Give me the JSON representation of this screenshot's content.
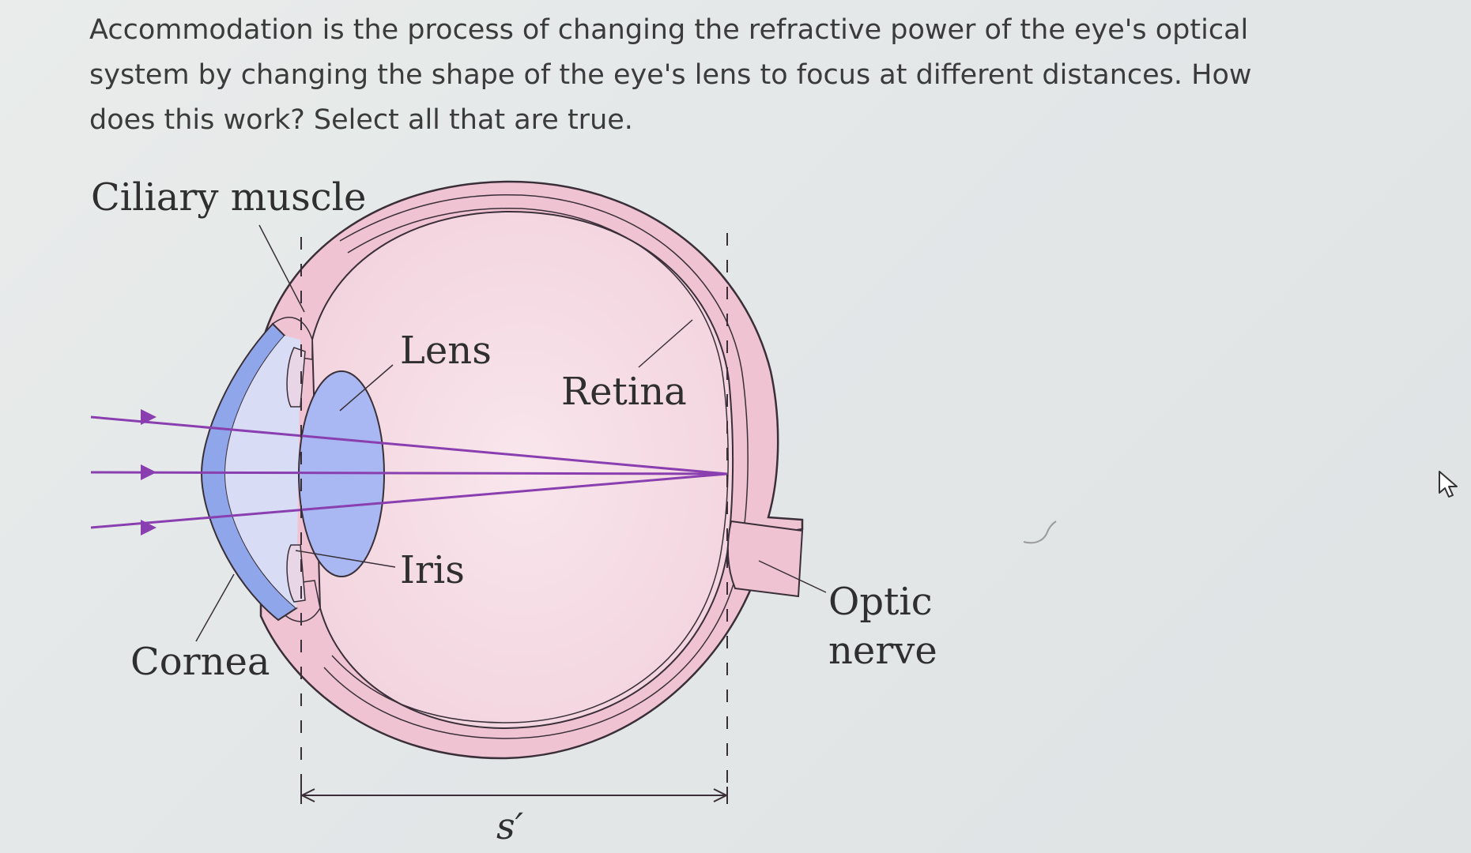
{
  "question": {
    "text": "Accommodation is the process of changing the refractive power of the eye's optical system by changing the shape of the eye's lens to focus at different distances. How does this work? Select all that are true."
  },
  "diagram": {
    "labels": {
      "ciliary_muscle": "Ciliary muscle",
      "lens": "Lens",
      "retina": "Retina",
      "iris": "Iris",
      "cornea": "Cornea",
      "optic": "Optic",
      "nerve": "nerve",
      "distance": "s′"
    },
    "colors": {
      "tissue": "#f0c6d4",
      "tissue_edge": "#3a2f38",
      "interior": "#f7dfe6",
      "lens_fill": "#a9b8f2",
      "cornea_fill": "#8fa7ea",
      "ray": "#8a3fb0"
    }
  }
}
